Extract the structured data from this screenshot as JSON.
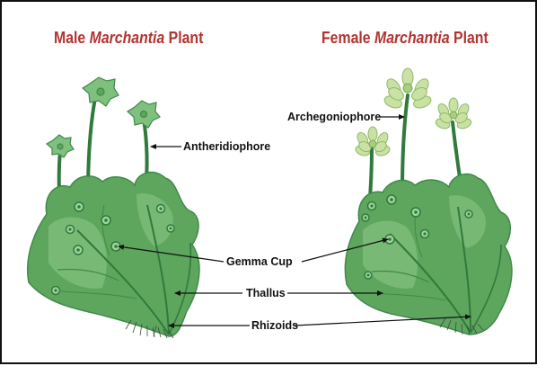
{
  "titles": {
    "male": {
      "prefix": "Male ",
      "genus": "Marchantia",
      "suffix": " Plant"
    },
    "female": {
      "prefix": "Female ",
      "genus": "Marchantia",
      "suffix": " Plant"
    }
  },
  "labels": {
    "antheridiophore": "Antheridiophore",
    "archegoniophore": "Archegoniophore",
    "gemma_cup": "Gemma Cup",
    "thallus": "Thallus",
    "rhizoids": "Rhizoids"
  },
  "colors": {
    "title": "#b1332f",
    "thallus": "#5ea65e",
    "thallus_dark": "#2f7a3c",
    "thallus_light": "#8fc98a",
    "male_disc": "#7fc07f",
    "female_disc": "#c9e2a3"
  }
}
